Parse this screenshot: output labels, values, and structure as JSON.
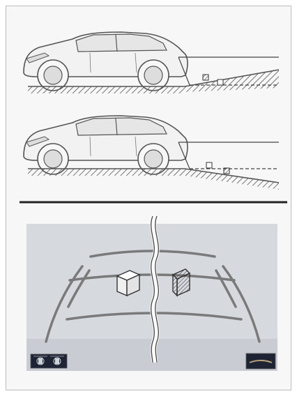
{
  "illustration": {
    "top_scene": "incline-ahead",
    "middle_scene": "decline-ahead",
    "camera_view": "rear-camera-guide-lines-with-break"
  },
  "colors": {
    "car_fill": "#f2f2f2",
    "car_stroke": "#555555",
    "ground_hatch": "#555555",
    "screen_bg": "#d6d9de",
    "guide_line": "#7a7a7a",
    "screen_bar": "#1e2433",
    "hatched_box": "#6a6a6a"
  },
  "icons": [
    "parking-sensor-icon",
    "camera-view-switch-icon"
  ]
}
